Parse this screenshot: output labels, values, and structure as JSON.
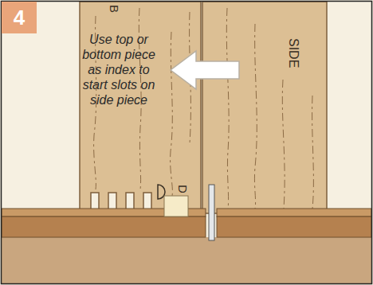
{
  "diagram": {
    "nodes": [
      {
        "text": [
          "4"
        ]
      }
    ],
    "labels": [
      "Use top or bottom piece as index to start slots on side piece",
      "B",
      "SIDE",
      "D"
    ]
  }
}
